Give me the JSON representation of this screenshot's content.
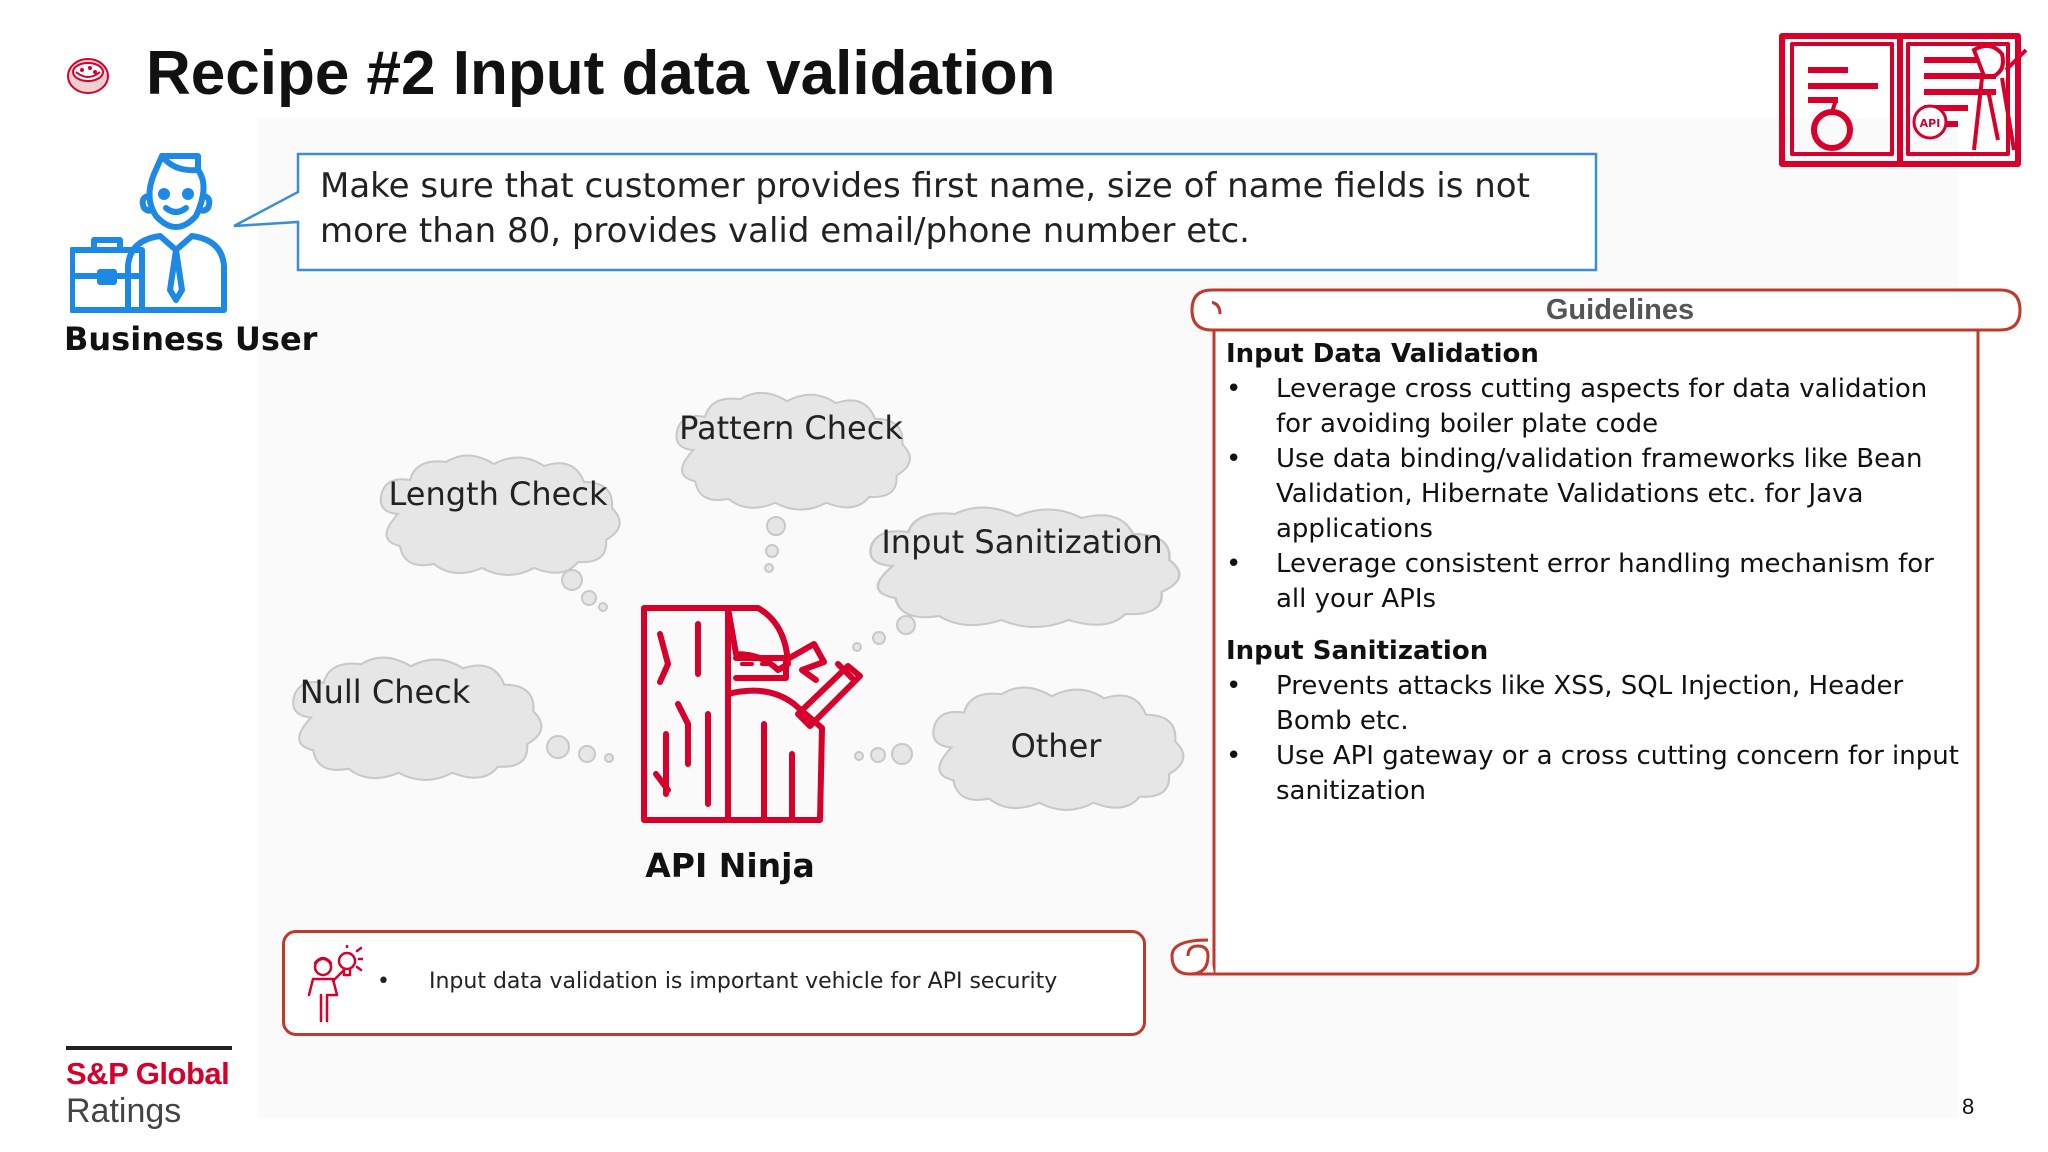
{
  "slide": {
    "title": "Recipe #2 Input data validation",
    "page_number": "8"
  },
  "business_user": {
    "label": "Business User",
    "speech": "Make sure that customer provides first name, size of name fields is not more than 80, provides valid email/phone number etc."
  },
  "checks": {
    "length": "Length Check",
    "pattern": "Pattern Check",
    "input_sanitization": "Input Sanitization",
    "null": "Null Check",
    "other": "Other"
  },
  "ninja": {
    "label": "API Ninja"
  },
  "tip": {
    "text": "Input data validation is important vehicle for API security"
  },
  "guidelines": {
    "title": "Guidelines",
    "sections": [
      {
        "heading": "Input Data Validation",
        "items": [
          "Leverage cross cutting aspects for data validation for avoiding boiler plate code",
          "Use data binding/validation frameworks like Bean Validation, Hibernate Validations etc. for Java applications",
          "Leverage consistent error handling mechanism for all your APIs"
        ]
      },
      {
        "heading": "Input Sanitization",
        "items": [
          "Prevents attacks like XSS, SQL Injection, Header Bomb etc.",
          "Use API gateway or a cross cutting concern for input sanitization"
        ]
      }
    ]
  },
  "brand": {
    "name": "S&P Global",
    "sub": "Ratings"
  },
  "logo_text": "API",
  "colors": {
    "accent_red": "#d6002a",
    "scroll_border": "#c0392b",
    "speech_border": "#3b8ed6",
    "icon_blue": "#1e88e5",
    "cloud_fill": "#e6e6e6"
  },
  "icons": {
    "title_icon": "bowl-icon",
    "logo": "recipe-book-icon",
    "user": "businessman-icon",
    "ninja": "ninja-icon",
    "tip": "idea-person-icon"
  }
}
